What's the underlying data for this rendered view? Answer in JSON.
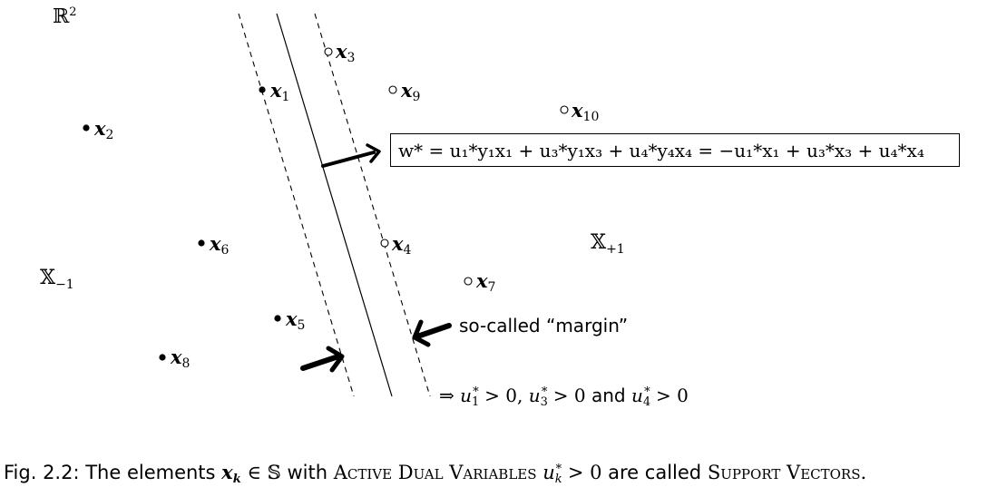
{
  "space_label": {
    "base": "ℝ",
    "sup": "2"
  },
  "class_minus": {
    "base": "𝕏",
    "sub": "−1"
  },
  "class_plus": {
    "base": "𝕏",
    "sub": "+1"
  },
  "points": [
    {
      "id": "x1",
      "label": "x",
      "index": "1",
      "filled": true
    },
    {
      "id": "x2",
      "label": "x",
      "index": "2",
      "filled": true
    },
    {
      "id": "x3",
      "label": "x",
      "index": "3",
      "filled": false
    },
    {
      "id": "x4",
      "label": "x",
      "index": "4",
      "filled": false
    },
    {
      "id": "x5",
      "label": "x",
      "index": "5",
      "filled": true
    },
    {
      "id": "x6",
      "label": "x",
      "index": "6",
      "filled": true
    },
    {
      "id": "x7",
      "label": "x",
      "index": "7",
      "filled": false
    },
    {
      "id": "x8",
      "label": "x",
      "index": "8",
      "filled": true
    },
    {
      "id": "x9",
      "label": "x",
      "index": "9",
      "filled": false
    },
    {
      "id": "x10",
      "label": "x",
      "index": "10",
      "filled": false
    }
  ],
  "formula": "w* = u₁*y₁x₁ + u₃*y₁x₃ + u₄*y₄x₄ = −u₁*x₁ + u₃*x₃ + u₄*x₄",
  "margin_label": "so-called “margin”",
  "implication": {
    "arrow": "⇒",
    "and_word": "and",
    "zero": "0"
  },
  "caption": {
    "prefix": "Fig.  2.2: The elements",
    "with": "with",
    "active_dual_variables": "Active Dual Variables",
    "are_called": "are called",
    "support_vectors": "Support Vectors."
  }
}
